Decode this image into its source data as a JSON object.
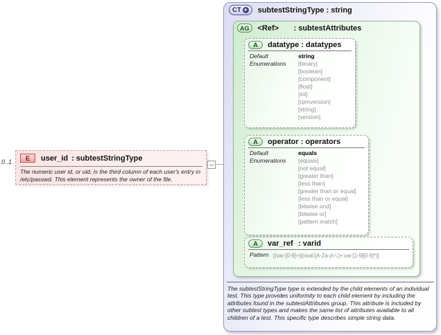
{
  "element": {
    "cardinality": "0..1",
    "badge": "E",
    "name": "user_id",
    "type": ": subtestStringType",
    "annotation": "The numeric user id, or uid, is the third column of each user's entry in /etc/passwd.  This element represents the owner of the file."
  },
  "complex_type": {
    "badge": "CT",
    "plus_icon": "+",
    "title": "subtestStringType : string",
    "annotation": "The subtestStringType type is extended by the child elements of an individual test.  This type provides uniformity to each child element by including the attributes found in the subtestAttributes group.  This attribute is included by other subtest types and makes the same list of attributes available to all children of a test.  This specific type describes simple string data.",
    "attribute_group": {
      "badge": "AG",
      "name": "<Ref>",
      "type": ": subtestAttributes",
      "attributes": [
        {
          "badge": "A",
          "name": "datatype",
          "type": ": datatypes",
          "default_label": "Default",
          "default_value": "string",
          "enumerations_label": "Enumerations",
          "enumerations": [
            "[binary]",
            "[boolean]",
            "[component]",
            "[float]",
            "[int]",
            "[rpmversion]",
            "[string]",
            "[version]"
          ]
        },
        {
          "badge": "A",
          "name": "operator",
          "type": ": operators",
          "default_label": "Default",
          "default_value": "equals",
          "enumerations_label": "Enumerations",
          "enumerations": [
            "[equals]",
            "[not equal]",
            "[greater than]",
            "[less than]",
            "[greater than or equal]",
            "[less than or equal]",
            "[bitwise and]",
            "[bitwise or]",
            "[pattern match]"
          ]
        },
        {
          "badge": "A",
          "name": "var_ref",
          "type": ": varid",
          "pattern_label": "Pattern",
          "pattern": "[(var-[0-9]+)|(oval:[A-Za-z\\-\\.]+:var:[1-9][0-9]*)]"
        }
      ]
    }
  }
}
